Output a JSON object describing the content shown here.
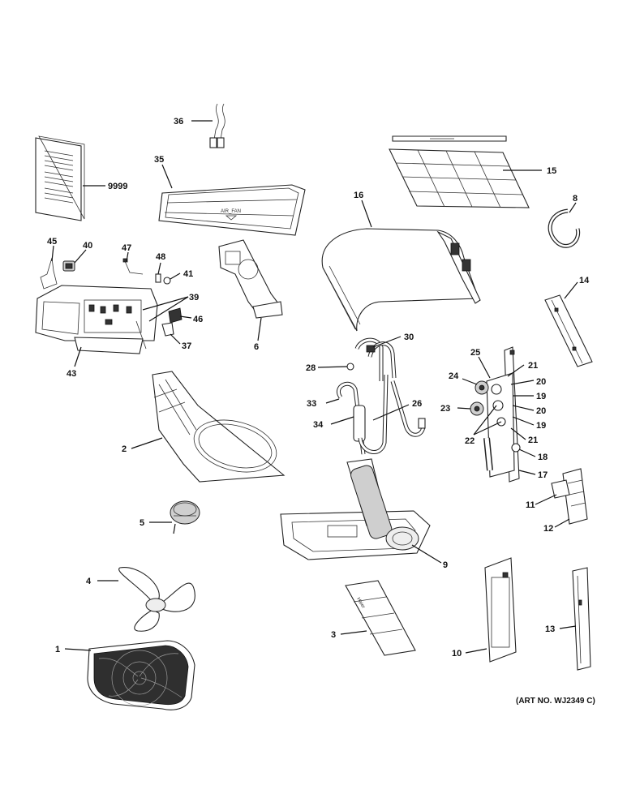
{
  "art_number": "(ART NO. WJ2349 C)",
  "callouts": {
    "c36": "36",
    "c35": "35",
    "c9999": "9999",
    "c16": "16",
    "c15": "15",
    "c8": "8",
    "c45": "45",
    "c40": "40",
    "c47": "47",
    "c48": "48",
    "c41": "41",
    "c39": "39",
    "c46": "46",
    "c37": "37",
    "c43": "43",
    "c6": "6",
    "c14": "14",
    "c30": "30",
    "c28": "28",
    "c25": "25",
    "c21a": "21",
    "c24": "24",
    "c20a": "20",
    "c19a": "19",
    "c33": "33",
    "c26": "26",
    "c23": "23",
    "c20b": "20",
    "c34": "34",
    "c19b": "19",
    "c22": "22",
    "c21b": "21",
    "c2": "2",
    "c18": "18",
    "c17": "17",
    "c5": "5",
    "c11": "11",
    "c12": "12",
    "c9": "9",
    "c4": "4",
    "c3": "3",
    "c13": "13",
    "c1": "1",
    "c10": "10"
  },
  "panel_marking": "AIR_FAN",
  "brand_marking": "Haier"
}
